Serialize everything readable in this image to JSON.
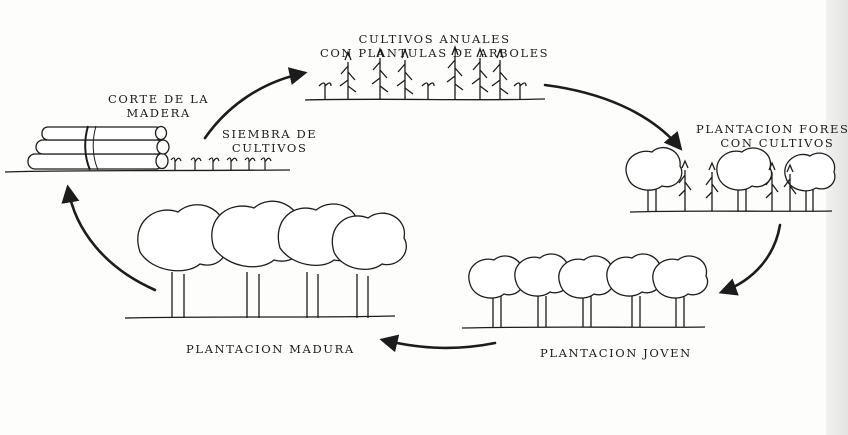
{
  "labels": {
    "cultivos_anuales": [
      "CULTIVOS ANUALES",
      "CON PLANTULAS DE ARBOLES"
    ],
    "corte_madera": [
      "CORTE DE LA",
      "MADERA"
    ],
    "siembra_cultivos": [
      "SIEMBRA DE",
      "CULTIVOS"
    ],
    "plantacion_forestal": [
      "PLANTACION FOREST",
      "CON CULTIVOS"
    ],
    "plantacion_joven": "PLANTACION JOVEN",
    "plantacion_madura": "PLANTACION MADURA"
  },
  "colors": {
    "ink": "#1c1c1c",
    "paper": "#fdfdfc"
  }
}
